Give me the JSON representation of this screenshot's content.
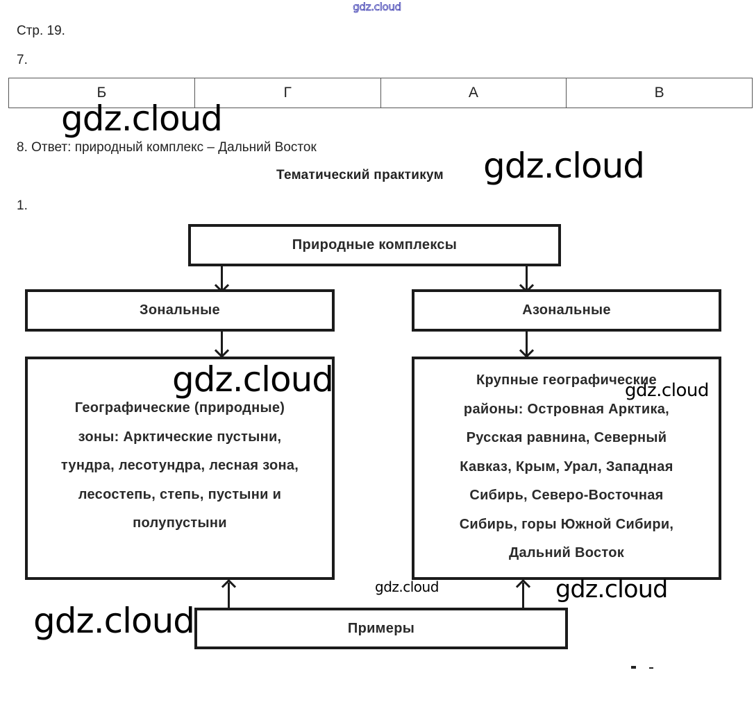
{
  "watermarks": {
    "top": "gdz.cloud",
    "text": "gdz.cloud"
  },
  "page": {
    "page_ref": "Стр. 19.",
    "task7_number": "7.",
    "task7_answers": [
      "Б",
      "Г",
      "А",
      "В"
    ],
    "task8_number": "8.",
    "task8_text": " Ответ: природный комплекс – Дальний Восток",
    "section_title": "Тематический практикум",
    "task1_number": "1."
  },
  "diagram": {
    "root": "Природные комплексы",
    "left_category": "Зональные",
    "right_category": "Азональные",
    "left_examples_lines": [
      "Географические (природные)",
      "зоны: Арктические пустыни,",
      "тундра, лесотундра, лесная зона,",
      "лесостепь, степь, пустыни и",
      "полупустыни"
    ],
    "right_examples_lines": [
      "Крупные географические",
      "районы: Островная Арктика,",
      "Русская равнина, Северный",
      "Кавказ, Крым, Урал, Западная",
      "Сибирь, Северо-Восточная",
      "Сибирь, горы Южной Сибири,",
      "Дальний Восток"
    ],
    "bottom": "Примеры"
  }
}
